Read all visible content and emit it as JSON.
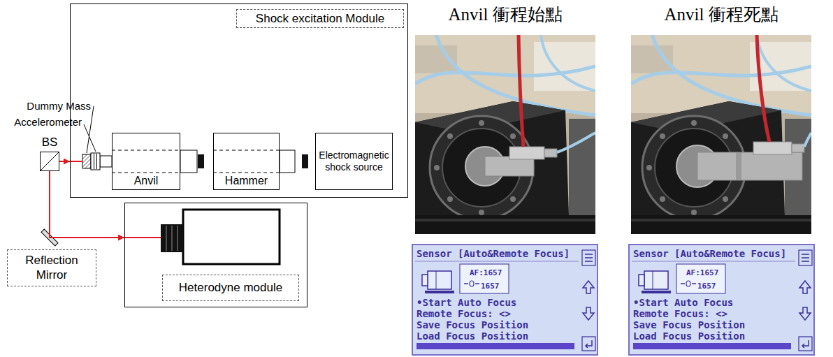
{
  "diagram": {
    "nodes": [
      {
        "text": [
          "Shock excitation Module"
        ]
      },
      {
        "text": [
          "Anvil"
        ],
        "in": 0
      },
      {
        "text": [
          "Hammer"
        ],
        "in": 0
      },
      {
        "text": [
          "Electromagnetic shock source"
        ],
        "in": 0
      },
      {
        "text": [
          "BS"
        ]
      },
      {
        "text": [
          "Reflection Mirror"
        ]
      },
      {
        "text": [
          "Heterodyne module"
        ]
      }
    ],
    "edges": [
      {
        "from": 4,
        "to": 0,
        "arrow": "to"
      },
      {
        "from": 4,
        "to": 6,
        "arrow": "to"
      }
    ],
    "labels": [
      "Dummy Mass",
      "Accelerometer",
      "Anvil 衝程始點",
      "Anvil 衝程死點",
      "Sensor [Auto&Remote Focus]",
      "AF:1657",
      "1657",
      "•Start Auto Focus",
      "Remote Focus: <>",
      "Save Focus Position",
      "Load Focus Position",
      "Sensor [Auto&Remote Focus]",
      "AF:1657",
      "1657",
      "•Start Auto Focus",
      "Remote Focus: <>",
      "Save Focus Position",
      "Load Focus Position"
    ]
  }
}
